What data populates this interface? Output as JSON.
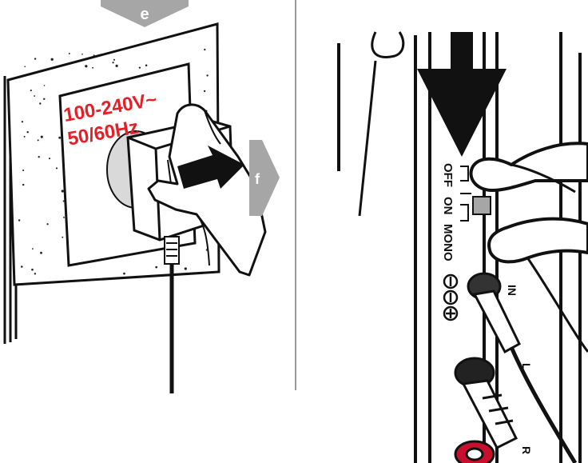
{
  "steps": {
    "e": "e",
    "f": "f"
  },
  "socket": {
    "voltage": "100-240V~",
    "frequency": "50/60Hz"
  },
  "switch_panel": {
    "off": "OFF",
    "on": "ON",
    "mono": "MONO"
  },
  "jacks": {
    "in": "IN",
    "left": "L",
    "right": "R"
  },
  "colors": {
    "step_badge": "#a6a6a6",
    "warning_text": "#e41f26",
    "rca_right": "#c8102e",
    "line": "#111111"
  },
  "icons": [
    "step-e-badge-icon",
    "step-f-arrow-icon",
    "push-arrow-icon",
    "down-arrow-icon",
    "minus-terminal-icon",
    "plus-terminal-icon"
  ]
}
